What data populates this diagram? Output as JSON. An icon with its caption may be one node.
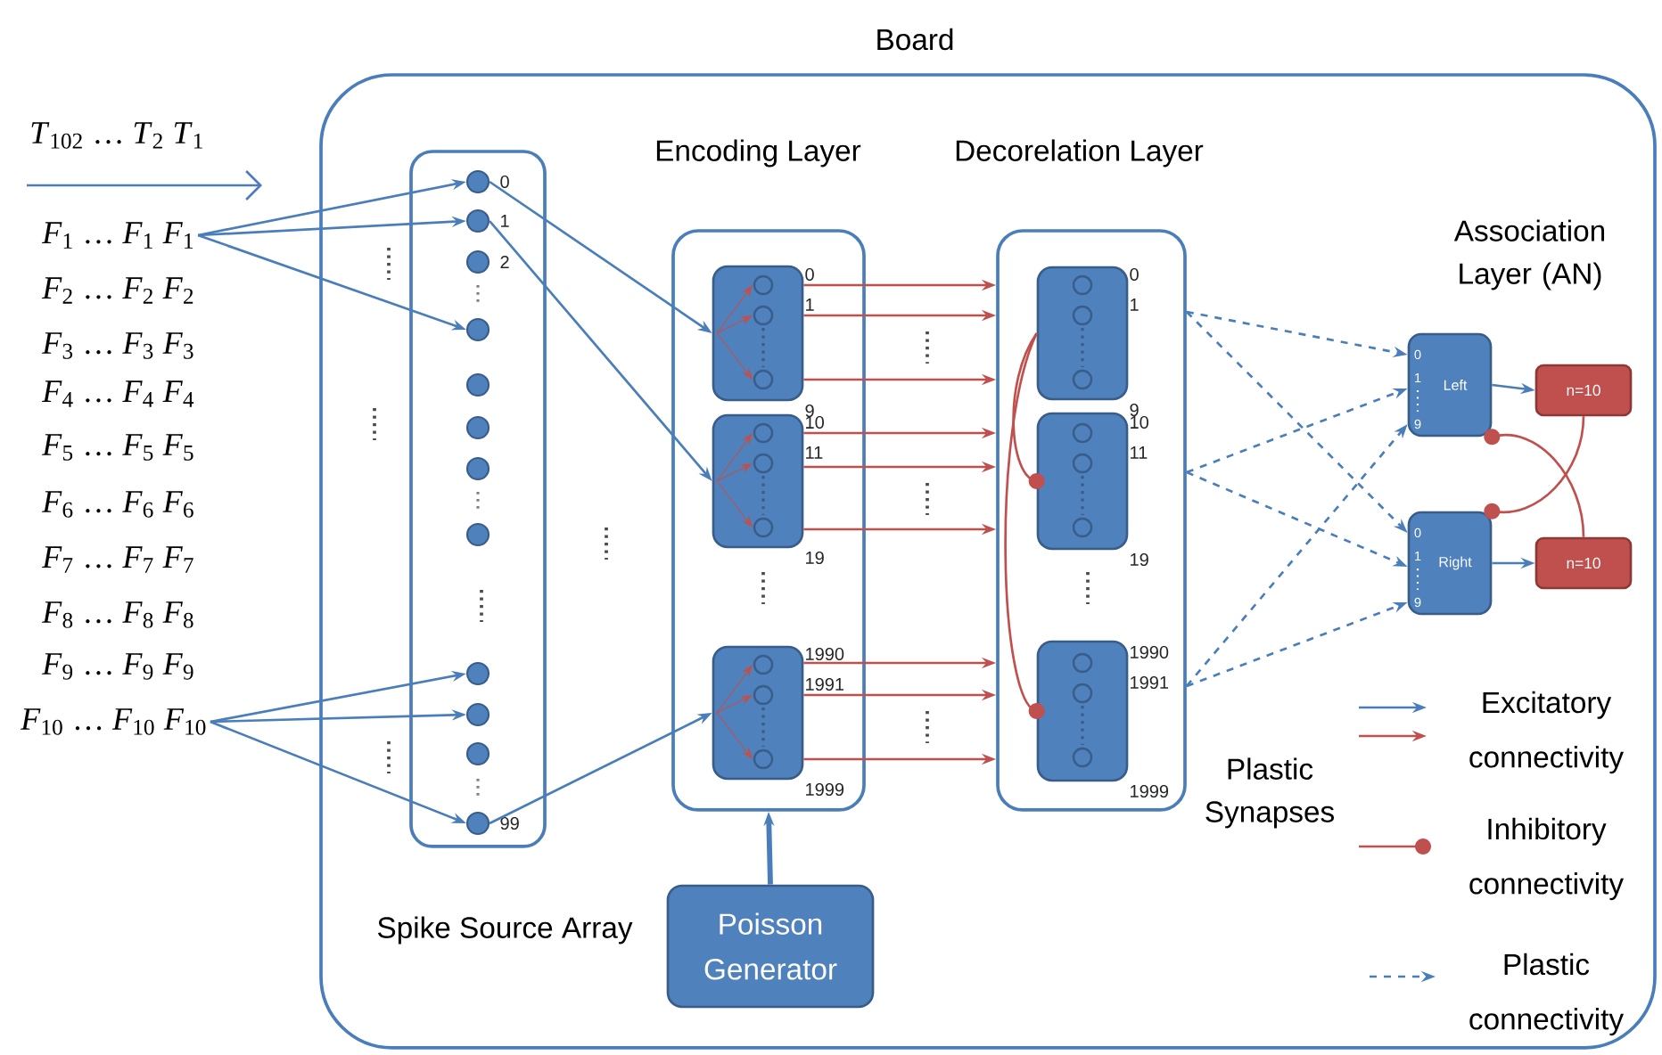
{
  "diagram": {
    "nodes": [
      {
        "text": [
          "Board"
        ]
      },
      {
        "text": [
          "Spike Source Array"
        ],
        "in": 0
      },
      {
        "text": [],
        "shape": "circle",
        "in": 1,
        "beside": [
          "0"
        ]
      },
      {
        "text": [],
        "shape": "circle",
        "in": 1,
        "beside": [
          "1"
        ]
      },
      {
        "text": [],
        "shape": "circle",
        "in": 1,
        "beside": [
          "2"
        ]
      },
      {
        "text": [],
        "shape": "circle",
        "in": 1
      },
      {
        "text": [],
        "shape": "circle",
        "in": 1
      },
      {
        "text": [],
        "shape": "circle",
        "in": 1
      },
      {
        "text": [],
        "shape": "circle",
        "in": 1
      },
      {
        "text": [],
        "shape": "circle",
        "in": 1
      },
      {
        "text": [],
        "shape": "circle",
        "in": 1
      },
      {
        "text": [],
        "shape": "circle",
        "in": 1
      },
      {
        "text": [],
        "shape": "circle",
        "in": 1
      },
      {
        "text": [],
        "shape": "circle",
        "in": 1,
        "beside": [
          "99"
        ]
      },
      {
        "text": [
          "Encoding Layer"
        ],
        "in": 0
      },
      {
        "text": [],
        "shape": "box",
        "in": 14,
        "beside": [
          "0",
          "1",
          "9"
        ]
      },
      {
        "text": [],
        "shape": "box",
        "in": 14,
        "beside": [
          "10",
          "11",
          "19"
        ]
      },
      {
        "text": [],
        "shape": "box",
        "in": 14,
        "beside": [
          "1990",
          "1991",
          "1999"
        ]
      },
      {
        "text": [
          "Decorelation Layer"
        ],
        "in": 0
      },
      {
        "text": [],
        "shape": "box",
        "in": 18,
        "beside": [
          "0",
          "1",
          "9"
        ]
      },
      {
        "text": [],
        "shape": "box",
        "in": 18,
        "beside": [
          "10",
          "11",
          "19"
        ]
      },
      {
        "text": [],
        "shape": "box",
        "in": 18,
        "beside": [
          "1990",
          "1991",
          "1999"
        ]
      },
      {
        "text": [
          "0",
          "1",
          "9",
          "Left"
        ],
        "in": 0
      },
      {
        "text": [
          "n=10"
        ],
        "in": 0
      },
      {
        "text": [
          "0",
          "1",
          "9",
          "Right"
        ],
        "in": 0
      },
      {
        "text": [
          "n=10"
        ],
        "in": 0
      },
      {
        "text": [
          "Poisson Generator"
        ],
        "in": 0
      },
      {
        "text": [
          "*F*$_{1}$ … *F*$_{1}$ *F*$_{1}$"
        ]
      },
      {
        "text": [
          "*F*$_{10}$ … *F*$_{10}$ *F*$_{10}$"
        ]
      }
    ],
    "edges": [
      {
        "from": 27,
        "to": 2,
        "arrow": "to"
      },
      {
        "from": 27,
        "to": 3,
        "arrow": "to"
      },
      {
        "from": 27,
        "to": 5,
        "arrow": "to"
      },
      {
        "from": 28,
        "to": 10,
        "arrow": "to"
      },
      {
        "from": 28,
        "to": 11,
        "arrow": "to"
      },
      {
        "from": 28,
        "to": 13,
        "arrow": "to"
      },
      {
        "from": 2,
        "to": 15,
        "arrow": "to"
      },
      {
        "from": 3,
        "to": 16,
        "arrow": "to"
      },
      {
        "from": 13,
        "to": 17,
        "arrow": "to"
      },
      {
        "from": 15,
        "to": 18,
        "arrow": "to",
        "color": "#c0504d"
      },
      {
        "from": 15,
        "to": 18,
        "arrow": "to",
        "color": "#c0504d"
      },
      {
        "from": 15,
        "to": 18,
        "arrow": "to",
        "color": "#c0504d"
      },
      {
        "from": 16,
        "to": 18,
        "arrow": "to",
        "color": "#c0504d"
      },
      {
        "from": 16,
        "to": 18,
        "arrow": "to",
        "color": "#c0504d"
      },
      {
        "from": 16,
        "to": 18,
        "arrow": "to",
        "color": "#c0504d"
      },
      {
        "from": 17,
        "to": 18,
        "arrow": "to",
        "color": "#c0504d"
      },
      {
        "from": 17,
        "to": 18,
        "arrow": "to",
        "color": "#c0504d"
      },
      {
        "from": 17,
        "to": 18,
        "arrow": "to",
        "color": "#c0504d"
      },
      {
        "from": 19,
        "to": 20,
        "arrow": "other",
        "color": "#c0504d"
      },
      {
        "from": 19,
        "to": 21,
        "arrow": "other",
        "color": "#c0504d"
      },
      {
        "from": 18,
        "to": 22,
        "arrow": "to",
        "style": "dashed"
      },
      {
        "from": 18,
        "to": 24,
        "arrow": "to",
        "style": "dashed"
      },
      {
        "from": 18,
        "to": 22,
        "arrow": "to",
        "style": "dashed"
      },
      {
        "from": 18,
        "to": 24,
        "arrow": "to",
        "style": "dashed"
      },
      {
        "from": 18,
        "to": 22,
        "arrow": "to",
        "style": "dashed"
      },
      {
        "from": 18,
        "to": 24,
        "arrow": "to",
        "style": "dashed"
      },
      {
        "from": 22,
        "to": 23,
        "arrow": "to"
      },
      {
        "from": 24,
        "to": 25,
        "arrow": "to"
      },
      {
        "from": 23,
        "to": 24,
        "arrow": "other",
        "color": "#c0504d"
      },
      {
        "from": 25,
        "to": 22,
        "arrow": "other",
        "color": "#c0504d"
      },
      {
        "from": 26,
        "to": 14,
        "arrow": "to",
        "style": "thick"
      }
    ],
    "labels": [
      "*T*$_{102}$ … *T*$_{2}$ *T*$_{1}$",
      "*F*$_{2}$ … *F*$_{2}$ *F*$_{2}$",
      "*F*$_{3}$ … *F*$_{3}$ *F*$_{3}$",
      "*F*$_{4}$ … *F*$_{4}$ *F*$_{4}$",
      "*F*$_{5}$ … *F*$_{5}$ *F*$_{5}$",
      "*F*$_{6}$ … *F*$_{6}$ *F*$_{6}$",
      "*F*$_{7}$ … *F*$_{7}$ *F*$_{7}$",
      "*F*$_{8}$ … *F*$_{8}$ *F*$_{8}$",
      "*F*$_{9}$ … *F*$_{9}$ *F*$_{9}$",
      "Association Layer (AN)",
      "Plastic Synapses"
    ],
    "legend": [
      {
        "text": "Excitatory connectivity"
      },
      {
        "text": "Inhibitory connectivity"
      },
      {
        "text": "Plastic connectivity"
      }
    ]
  }
}
